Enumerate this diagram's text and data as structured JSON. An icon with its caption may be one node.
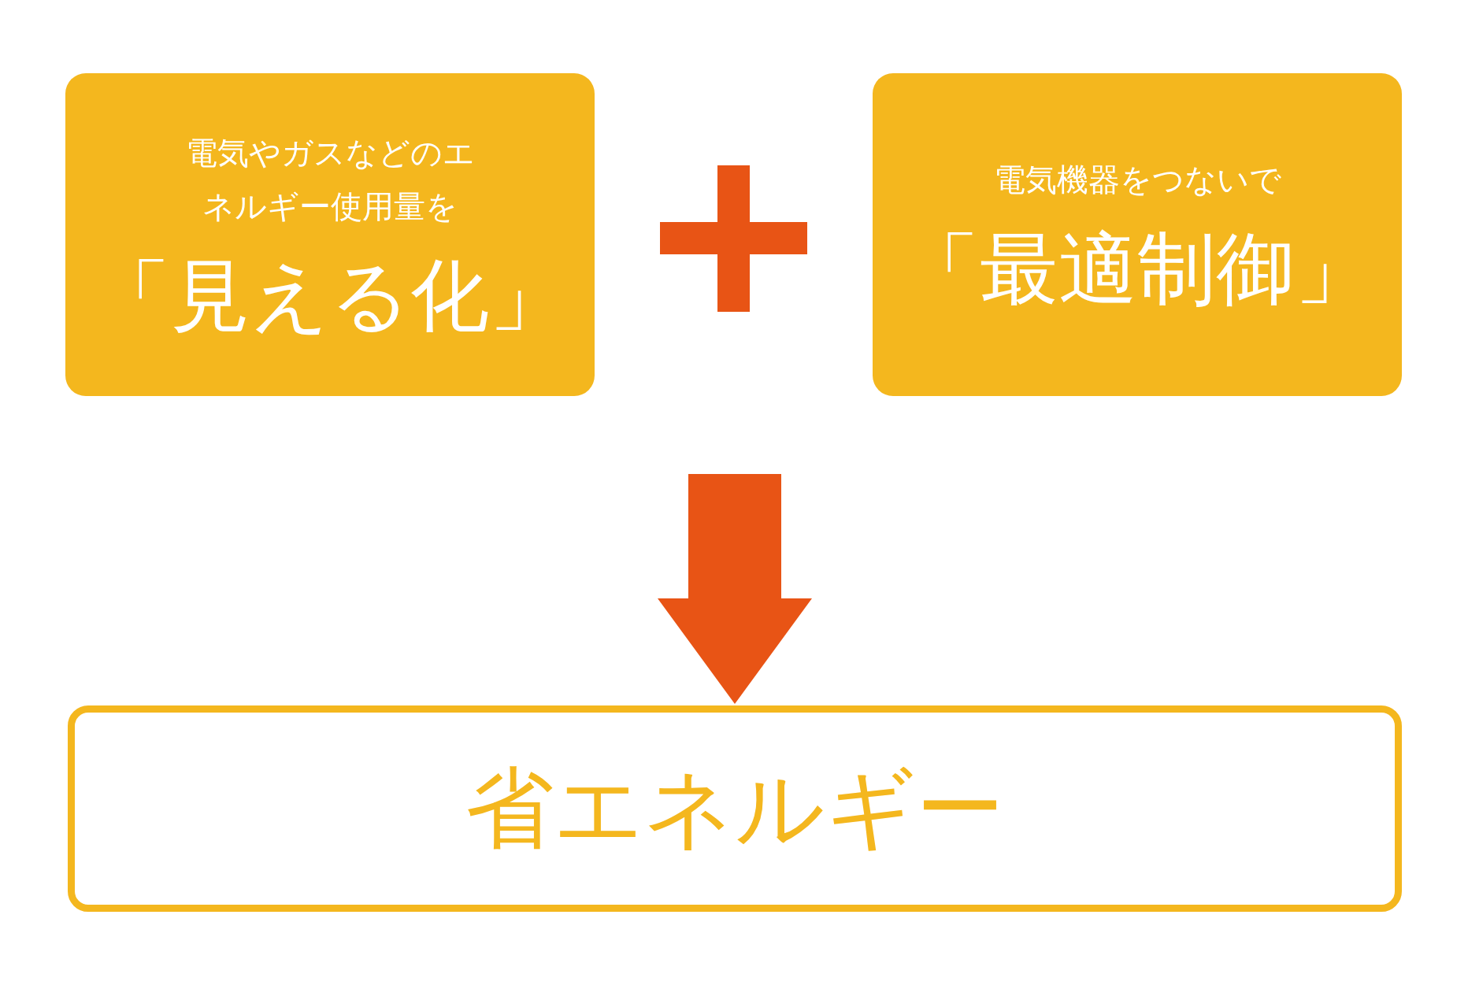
{
  "diagram": {
    "nodes": [
      {
        "text": [
          "電気やガスなどのエネルギー使用量を",
          "「見える化」"
        ]
      },
      {
        "text": [
          "電気機器をつないで",
          "「最適制御」"
        ]
      },
      {
        "text": [
          "省エネルギー"
        ]
      }
    ],
    "edges": [
      {
        "from": null,
        "to": 2,
        "arrow": "to"
      }
    ]
  }
}
